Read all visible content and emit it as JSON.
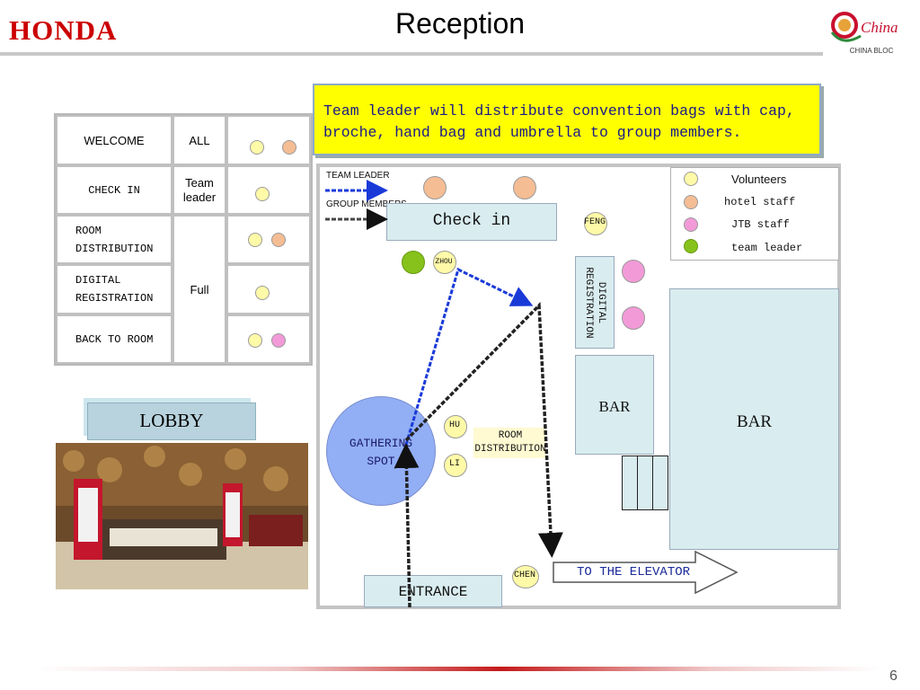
{
  "header": {
    "brand": "HONDA",
    "title": "Reception",
    "partner_logo_caption": "CHINA BLOC",
    "partner_logo_script": "China"
  },
  "schedule": {
    "rows": [
      {
        "step": "WELCOME",
        "who": "ALL",
        "dots": [
          "yellow",
          "orange"
        ]
      },
      {
        "step": "CHECK IN",
        "who": "Team\nleader",
        "dots": [
          "yellow"
        ]
      },
      {
        "step": "ROOM\nDISTRIBUTION",
        "who": "",
        "dots": [
          "yellow",
          "orange"
        ]
      },
      {
        "step": "DIGITAL\nREGISTRATION",
        "who": "Full",
        "dots": [
          "yellow"
        ]
      },
      {
        "step": "BACK TO ROOM",
        "who": "",
        "dots": [
          "yellow",
          "pink"
        ]
      }
    ]
  },
  "lobby": {
    "label": "LOBBY"
  },
  "note": {
    "text": "Team leader will distribute convention bags with  cap, broche, hand bag and  umbrella to group members."
  },
  "map": {
    "legend_arrows": {
      "team_leader": "TEAM LEADER",
      "group_members": "GROUP MEMBERS"
    },
    "legend": [
      {
        "color": "yellow",
        "label": "Volunteers"
      },
      {
        "color": "orange",
        "label": "hotel staff"
      },
      {
        "color": "pink",
        "label": "JTB staff"
      },
      {
        "color": "green",
        "label": "team leader"
      }
    ],
    "check_in": "Check in",
    "digital_registration": "DIGITAL\nREGISTRATION",
    "bar_small": "BAR",
    "bar_large": "BAR",
    "gathering_spot": "GATHERING\nSPOT",
    "room_distribution": "ROOM\nDISTRIBUTION",
    "entrance": "ENTRANCE",
    "elevator": "TO THE  ELEVATOR",
    "staff": {
      "feng": "FENG",
      "zhou": "ZHOU",
      "hu": "HU",
      "li": "LI",
      "chen": "CHEN"
    }
  },
  "footer": {
    "page_number": "6"
  },
  "colors": {
    "yellow": "#fffaa8",
    "orange": "#f5bd94",
    "pink": "#f29ad8",
    "green": "#86c21b",
    "note_bg": "#ffff00",
    "gathering": "#92aef5",
    "box": "#d9ecef"
  }
}
